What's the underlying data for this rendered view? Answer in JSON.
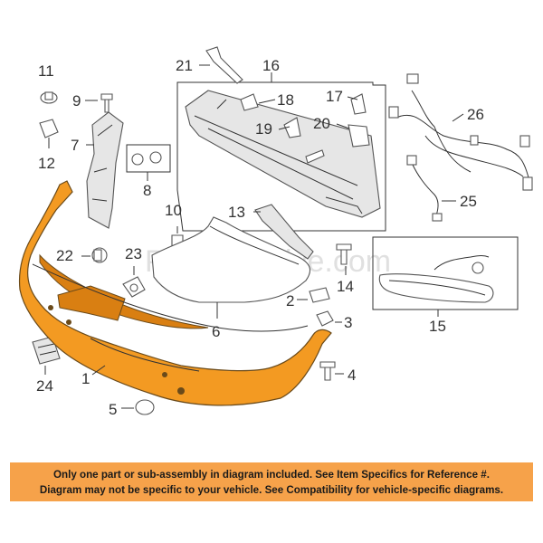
{
  "diagram": {
    "watermark": "Partsomotive.com",
    "callouts": [
      "1",
      "2",
      "3",
      "4",
      "5",
      "6",
      "7",
      "8",
      "9",
      "10",
      "11",
      "12",
      "13",
      "14",
      "15",
      "16",
      "17",
      "18",
      "19",
      "20",
      "21",
      "22",
      "23",
      "24",
      "25",
      "26"
    ]
  },
  "banner": {
    "line1": "Only one part or sub-assembly in diagram included. See Item Specifics for Reference #.",
    "line2": "Diagram may not be specific to your vehicle. See Compatibility for vehicle-specific diagrams."
  },
  "colors": {
    "highlight_part": "#f39a22",
    "banner": "#f6a24a"
  }
}
